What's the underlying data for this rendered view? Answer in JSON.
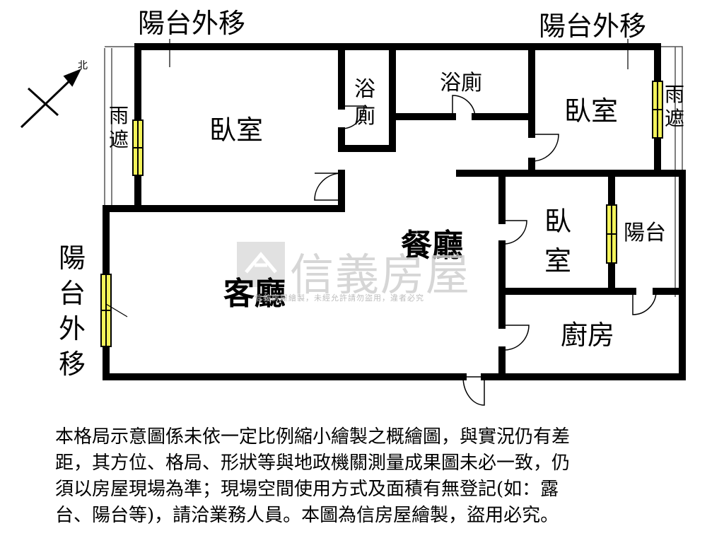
{
  "rooms": {
    "balcony_out_left_top": "陽台外移",
    "balcony_out_right_top": "陽台外移",
    "balcony_out_left": "陽台外移",
    "rain_shelter_left": "雨遮",
    "rain_shelter_right": "雨遮",
    "bedroom_1": "臥室",
    "bedroom_2": "臥室",
    "bedroom_3": "臥室",
    "bath_1": "浴廁",
    "bath_2": "浴廁",
    "dining": "餐廳",
    "living": "客廳",
    "kitchen": "廚房",
    "balcony": "陽台"
  },
  "north_label": "北",
  "watermark": {
    "brand": "信義房屋",
    "notice": "信義房屋繪製，未經允許請勿盜用，違者必究"
  },
  "disclaimer": "本格局示意圖係未依一定比例縮小繪製之概繪圖，與實況仍有差\n距，其方位、格局、形狀等與地政機關測量成果圖未必一致，仍\n須以房屋現場為準；現場空間使用方式及面積有無登記(如：露\n台、陽台等)，請洽業務人員。本圖為信房屋繪製，盜用必究。",
  "colors": {
    "wall": "#000000",
    "window_fill": "#f3f35a",
    "watermark": "#cfcfcf"
  }
}
